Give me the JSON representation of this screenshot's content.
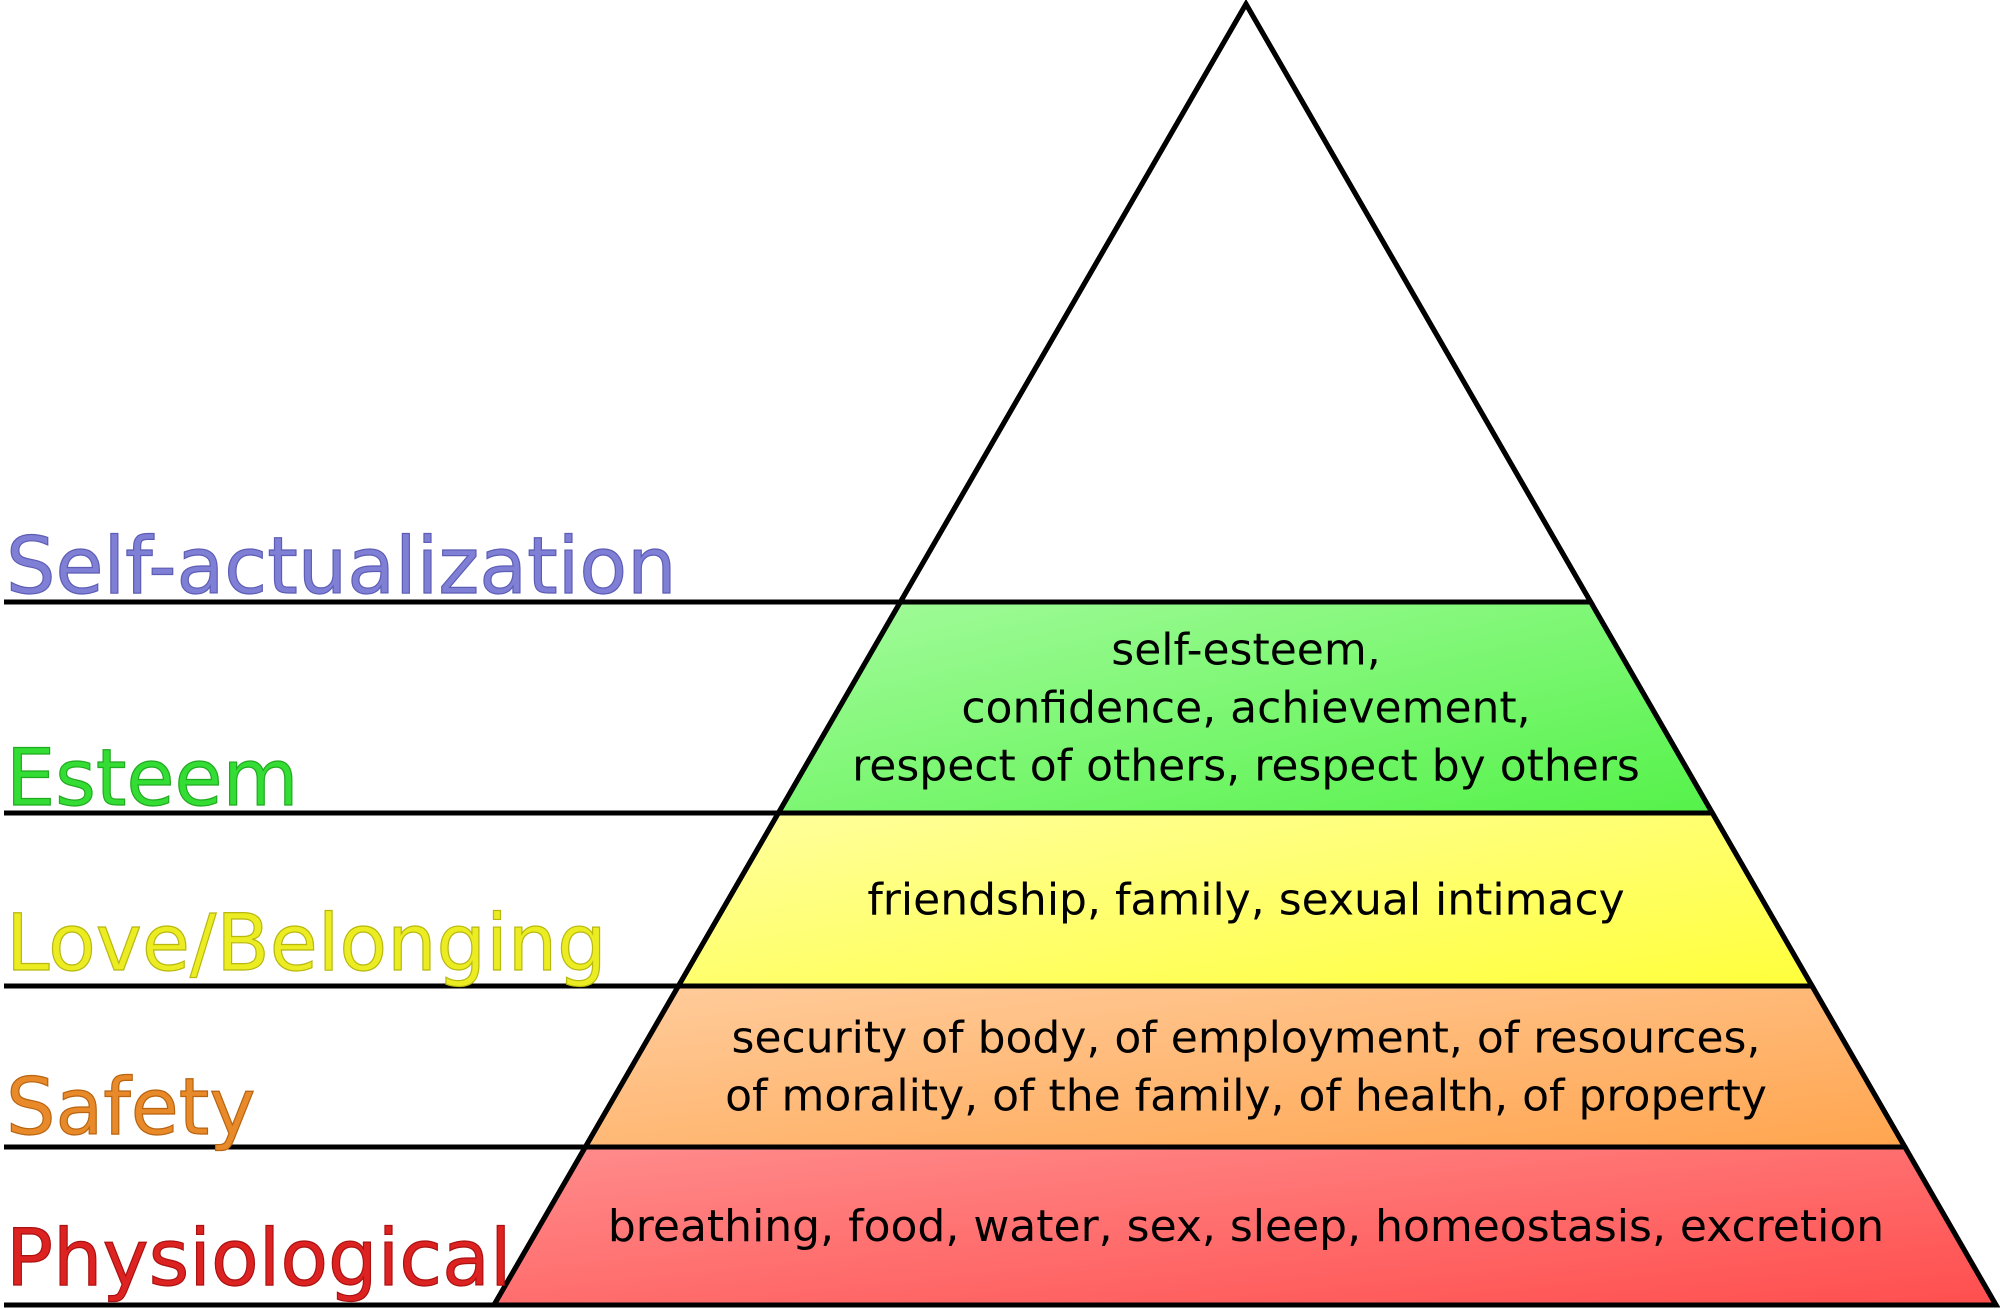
{
  "levels": [
    {
      "id": "self-actualization",
      "label": "Self-actualization",
      "color": "#7f7fd6",
      "stroke": "#5d5db5",
      "fill_top": "#ffffff",
      "fill_bottom": "#ffffff",
      "lines": []
    },
    {
      "id": "esteem",
      "label": "Esteem",
      "color": "#33dd33",
      "stroke": "#22aa22",
      "fill_top": "#a3fb9b",
      "fill_bottom": "#55f24a",
      "lines": [
        "self-esteem,",
        "confidence, achievement,",
        "respect of others, respect by others"
      ]
    },
    {
      "id": "love-belonging",
      "label": "Love/Belonging",
      "color": "#ecec22",
      "stroke": "#b8b810",
      "fill_top": "#ffff9e",
      "fill_bottom": "#ffff3c",
      "lines": [
        "friendship, family, sexual intimacy"
      ]
    },
    {
      "id": "safety",
      "label": "Safety",
      "color": "#e8892a",
      "stroke": "#b86410",
      "fill_top": "#ffcc9c",
      "fill_bottom": "#ffa54f",
      "lines": [
        "security of body, of employment, of resources,",
        "of morality, of the family, of health, of property"
      ]
    },
    {
      "id": "physiological",
      "label": "Physiological",
      "color": "#dd2222",
      "stroke": "#aa1111",
      "fill_top": "#ff8c8c",
      "fill_bottom": "#ff4e4e",
      "lines": [
        "breathing, food, water, sex, sleep, homeostasis, excretion"
      ]
    }
  ]
}
